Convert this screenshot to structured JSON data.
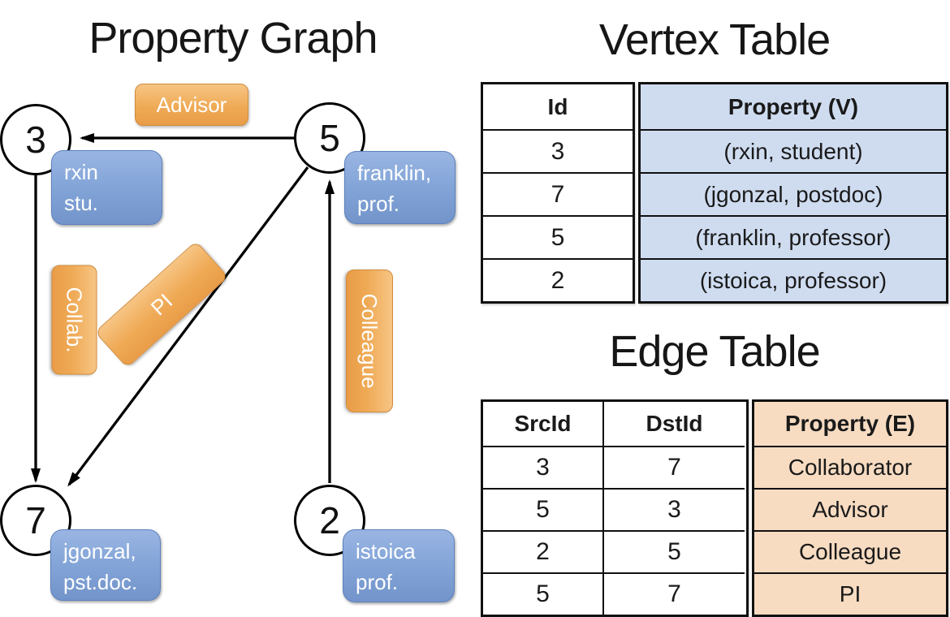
{
  "graph": {
    "title": "Property Graph",
    "nodes": [
      {
        "id": "3",
        "property_lines": [
          "rxin",
          "stu."
        ]
      },
      {
        "id": "5",
        "property_lines": [
          "franklin,",
          "prof."
        ]
      },
      {
        "id": "7",
        "property_lines": [
          "jgonzal,",
          "pst.doc."
        ]
      },
      {
        "id": "2",
        "property_lines": [
          "istoica",
          "prof."
        ]
      }
    ],
    "edge_labels": {
      "advisor": "Advisor",
      "collab": "Collab.",
      "pi": "PI",
      "colleague": "Colleague"
    }
  },
  "vertex_table": {
    "title": "Vertex Table",
    "columns": {
      "id": "Id",
      "property": "Property (V)"
    },
    "rows": [
      {
        "id": "3",
        "property": "(rxin, student)"
      },
      {
        "id": "7",
        "property": "(jgonzal, postdoc)"
      },
      {
        "id": "5",
        "property": "(franklin, professor)"
      },
      {
        "id": "2",
        "property": "(istoica, professor)"
      }
    ]
  },
  "edge_table": {
    "title": "Edge Table",
    "columns": {
      "src": "SrcId",
      "dst": "DstId",
      "property": "Property (E)"
    },
    "rows": [
      {
        "src": "3",
        "dst": "7",
        "property": "Collaborator"
      },
      {
        "src": "5",
        "dst": "3",
        "property": "Advisor"
      },
      {
        "src": "2",
        "dst": "5",
        "property": "Colleague"
      },
      {
        "src": "5",
        "dst": "7",
        "property": "PI"
      }
    ]
  },
  "colors": {
    "edge_label_orange": "#efaa56",
    "vertex_box_blue": "#82a4d7",
    "vertex_property_fill": "#cfdcf0",
    "edge_property_fill": "#f7dcc2",
    "line_black": "#000000"
  }
}
